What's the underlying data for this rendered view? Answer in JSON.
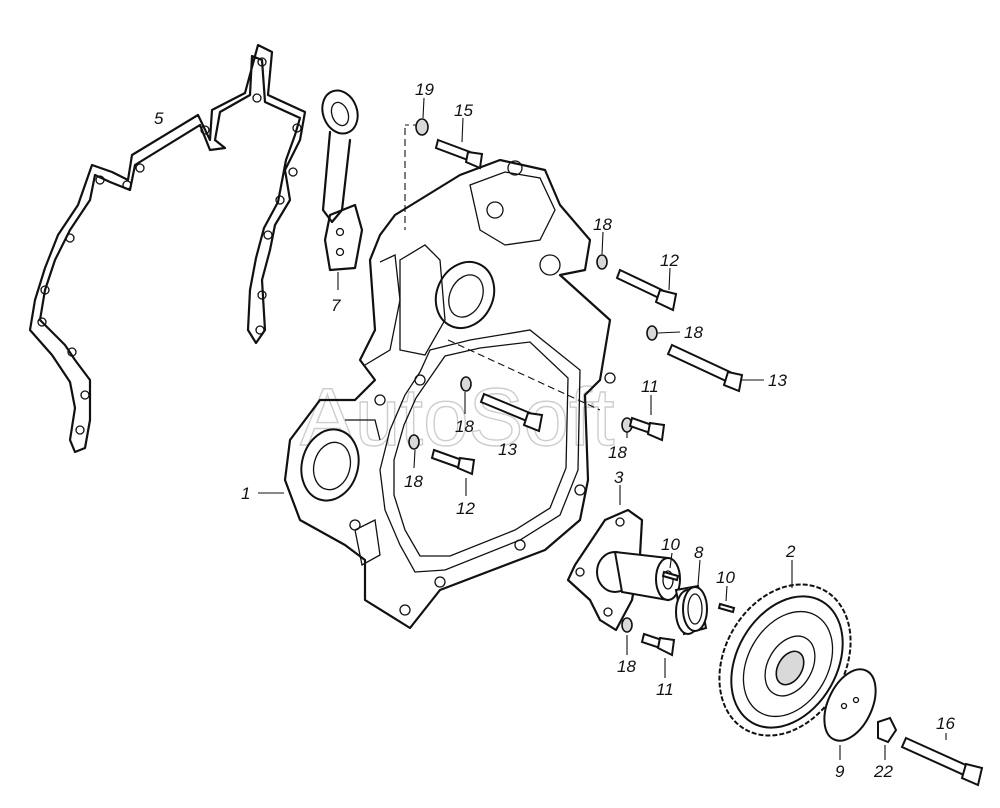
{
  "watermark": "AutoSoft",
  "callouts": [
    {
      "id": "c5",
      "label": "5"
    },
    {
      "id": "c7",
      "label": "7"
    },
    {
      "id": "c19",
      "label": "19"
    },
    {
      "id": "c15",
      "label": "15"
    },
    {
      "id": "c18a",
      "label": "18"
    },
    {
      "id": "c12a",
      "label": "12"
    },
    {
      "id": "c18b",
      "label": "18"
    },
    {
      "id": "c13a",
      "label": "13"
    },
    {
      "id": "c11a",
      "label": "11"
    },
    {
      "id": "c18c",
      "label": "18"
    },
    {
      "id": "c13b",
      "label": "13"
    },
    {
      "id": "c18d",
      "label": "18"
    },
    {
      "id": "c18e",
      "label": "18"
    },
    {
      "id": "c12b",
      "label": "12"
    },
    {
      "id": "c1",
      "label": "1"
    },
    {
      "id": "c3",
      "label": "3"
    },
    {
      "id": "c10a",
      "label": "10"
    },
    {
      "id": "c8",
      "label": "8"
    },
    {
      "id": "c10b",
      "label": "10"
    },
    {
      "id": "c2",
      "label": "2"
    },
    {
      "id": "c18f",
      "label": "18"
    },
    {
      "id": "c11b",
      "label": "11"
    },
    {
      "id": "c16",
      "label": "16"
    },
    {
      "id": "c9",
      "label": "9"
    },
    {
      "id": "c22",
      "label": "22"
    }
  ]
}
